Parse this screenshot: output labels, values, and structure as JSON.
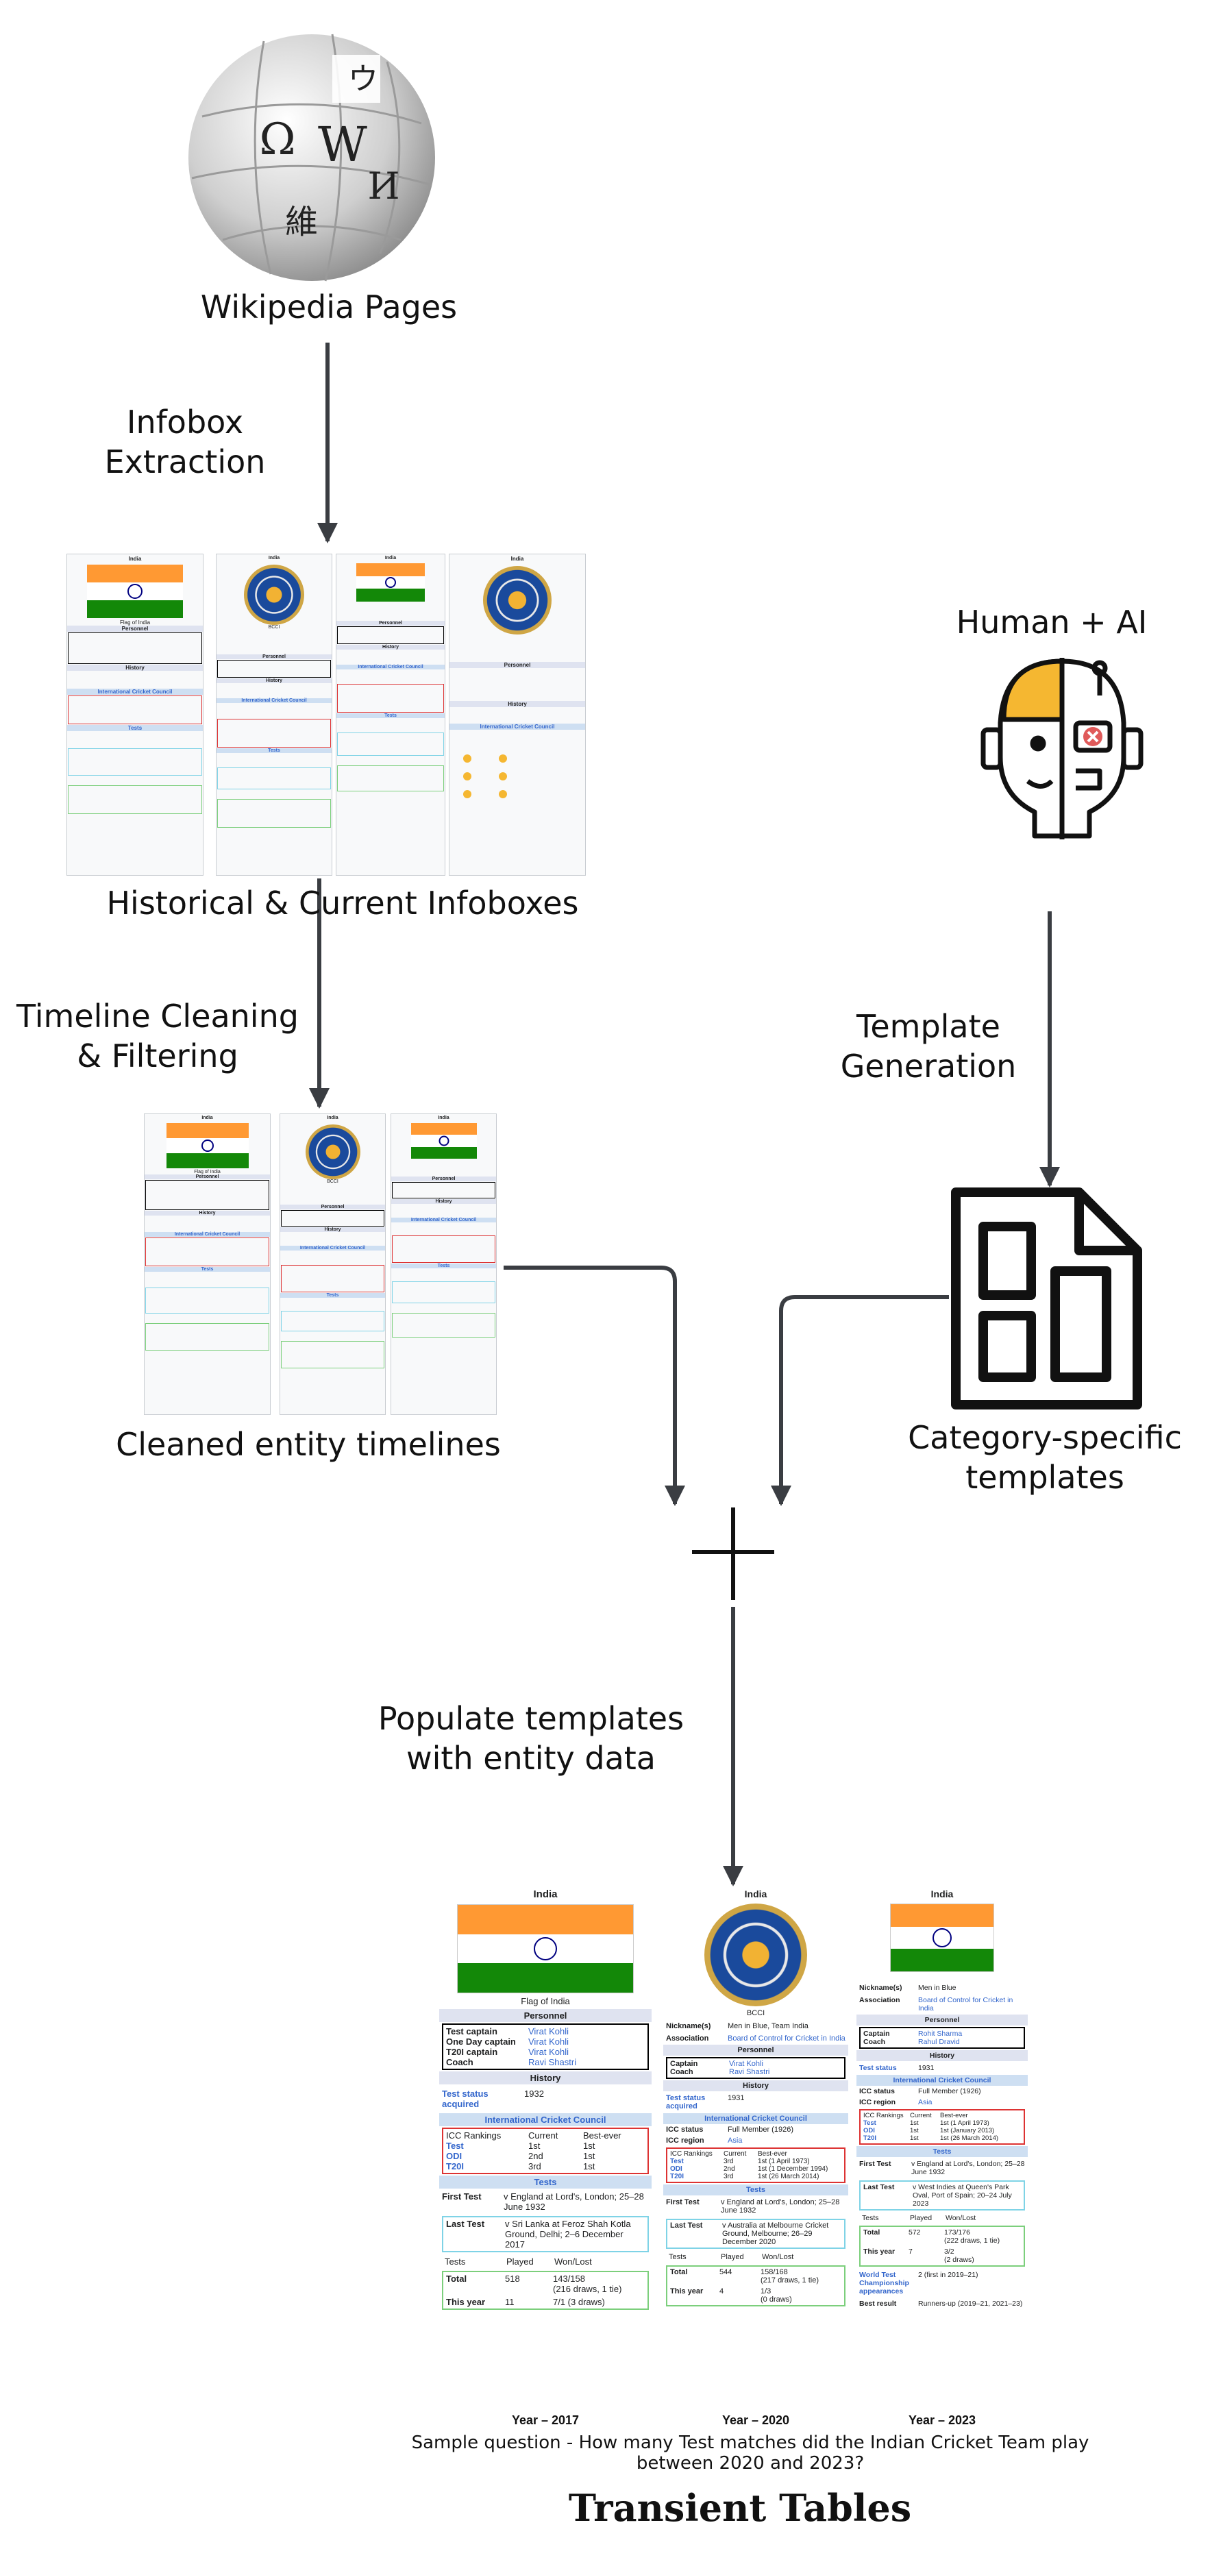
{
  "stages": {
    "wikipedia_pages": "Wikipedia Pages",
    "infobox_extraction": "Infobox\nExtraction",
    "historical_infoboxes": "Historical & Current Infoboxes",
    "timeline_cleaning": "Timeline Cleaning\n& Filtering",
    "cleaned_timelines": "Cleaned entity timelines",
    "human_ai": "Human + AI",
    "template_generation": "Template\nGeneration",
    "category_templates": "Category-specific\ntemplates",
    "populate": "Populate templates\nwith entity data"
  },
  "wiki_glyphs": [
    "Ω",
    "W",
    "И",
    "維",
    "ウ"
  ],
  "final_tables": {
    "year_labels": [
      "Year – 2017",
      "Year – 2020",
      "Year – 2023"
    ],
    "sample_question": "Sample question - How many Test matches did the Indian Cricket Team play\nbetween 2020 and 2023?",
    "title": "Transient Tables"
  },
  "infobox2017": {
    "title": "India",
    "flag_caption": "Flag of India",
    "personnel_header": "Personnel",
    "personnel": [
      {
        "k": "Test captain",
        "v": "Virat Kohli"
      },
      {
        "k": "One Day captain",
        "v": "Virat Kohli"
      },
      {
        "k": "T20I captain",
        "v": "Virat Kohli"
      },
      {
        "k": "Coach",
        "v": "Ravi Shastri"
      }
    ],
    "history_header": "History",
    "test_status_k": "Test status acquired",
    "test_status_v": "1932",
    "icc_header": "International Cricket Council",
    "rank_cols": [
      "ICC Rankings",
      "Current",
      "Best-ever"
    ],
    "ranks": [
      {
        "f": "Test",
        "c": "1st",
        "b": "1st"
      },
      {
        "f": "ODI",
        "c": "2nd",
        "b": "1st"
      },
      {
        "f": "T20I",
        "c": "3rd",
        "b": "1st"
      }
    ],
    "tests_header": "Tests",
    "first_test_k": "First Test",
    "first_test_v": "v England at Lord's, London; 25–28 June 1932",
    "last_test_k": "Last Test",
    "last_test_v": "v Sri Lanka at Feroz Shah Kotla Ground, Delhi; 2–6 December 2017",
    "played_cols": [
      "Tests",
      "Played",
      "Won/Lost"
    ],
    "totals": [
      {
        "k": "Total",
        "p": "518",
        "w": "143/158\n(216 draws, 1 tie)"
      },
      {
        "k": "This year",
        "p": "11",
        "w": "7/1 (3 draws)"
      }
    ]
  },
  "infobox2020": {
    "title": "India",
    "emblem_caption": "BCCI",
    "nick_k": "Nickname(s)",
    "nick_v": "Men in Blue, Team India",
    "assoc_k": "Association",
    "assoc_v": "Board of Control for Cricket in India",
    "personnel_header": "Personnel",
    "personnel": [
      {
        "k": "Captain",
        "v": "Virat Kohli"
      },
      {
        "k": "Coach",
        "v": "Ravi Shastri"
      }
    ],
    "history_header": "History",
    "test_status_k": "Test status acquired",
    "test_status_v": "1931",
    "icc_header": "International Cricket Council",
    "icc_rows": [
      {
        "k": "ICC status",
        "v": "Full Member (1926)"
      },
      {
        "k": "ICC region",
        "v": "Asia"
      }
    ],
    "rank_cols": [
      "ICC Rankings",
      "Current",
      "Best-ever"
    ],
    "ranks": [
      {
        "f": "Test",
        "c": "3rd",
        "b": "1st (1 April 1973)"
      },
      {
        "f": "ODI",
        "c": "2nd",
        "b": "1st (1 December 1994)"
      },
      {
        "f": "T20I",
        "c": "3rd",
        "b": "1st (26 March 2014)"
      }
    ],
    "tests_header": "Tests",
    "first_test_k": "First Test",
    "first_test_v": "v England at Lord's, London; 25–28 June 1932",
    "last_test_k": "Last Test",
    "last_test_v": "v Australia at Melbourne Cricket Ground, Melbourne; 26–29 December 2020",
    "played_cols": [
      "Tests",
      "Played",
      "Won/Lost"
    ],
    "totals": [
      {
        "k": "Total",
        "p": "544",
        "w": "158/168\n(217 draws, 1 tie)"
      },
      {
        "k": "This year",
        "p": "4",
        "w": "1/3\n(0 draws)"
      }
    ]
  },
  "infobox2023": {
    "title": "India",
    "nick_k": "Nickname(s)",
    "nick_v": "Men in Blue",
    "assoc_k": "Association",
    "assoc_v": "Board of Control for Cricket in India",
    "personnel_header": "Personnel",
    "personnel": [
      {
        "k": "Captain",
        "v": "Rohit Sharma"
      },
      {
        "k": "Coach",
        "v": "Rahul Dravid"
      }
    ],
    "history_header": "History",
    "test_status_k": "Test status",
    "test_status_v": "1931",
    "icc_header": "International Cricket Council",
    "icc_rows": [
      {
        "k": "ICC status",
        "v": "Full Member (1926)"
      },
      {
        "k": "ICC region",
        "v": "Asia"
      }
    ],
    "rank_cols": [
      "ICC Rankings",
      "Current",
      "Best-ever"
    ],
    "ranks": [
      {
        "f": "Test",
        "c": "1st",
        "b": "1st (1 April 1973)"
      },
      {
        "f": "ODI",
        "c": "1st",
        "b": "1st (January 2013)"
      },
      {
        "f": "T20I",
        "c": "1st",
        "b": "1st (26 March 2014)"
      }
    ],
    "tests_header": "Tests",
    "first_test_k": "First Test",
    "first_test_v": "v England at Lord's, London; 25–28 June 1932",
    "last_test_k": "Last Test",
    "last_test_v": "v West Indies at Queen's Park Oval, Port of Spain; 20–24 July 2023",
    "played_cols": [
      "Tests",
      "Played",
      "Won/Lost"
    ],
    "totals": [
      {
        "k": "Total",
        "p": "572",
        "w": "173/176\n(222 draws, 1 tie)"
      },
      {
        "k": "This year",
        "p": "7",
        "w": "3/2\n(2 draws)"
      }
    ],
    "wtc_k": "World Test Championship appearances",
    "wtc_v": "2 (first in 2019–21)",
    "best_k": "Best result",
    "best_v": "Runners-up (2019–21, 2021–23)"
  },
  "colors": {
    "arrow": "#3a3d42",
    "saffron": "#ff9933",
    "green": "#138808",
    "navy": "#000080",
    "link": "#3366cc",
    "header": "#dfe3f0",
    "red_box": "#d33",
    "cyan_box": "#7fd3e6",
    "green_box": "#7ccf7c",
    "robot_yellow": "#f5b731",
    "robot_red": "#e05a5a"
  },
  "icons": [
    "wikipedia-globe-icon",
    "human-ai-icon",
    "template-document-icon",
    "plus-join-icon"
  ]
}
